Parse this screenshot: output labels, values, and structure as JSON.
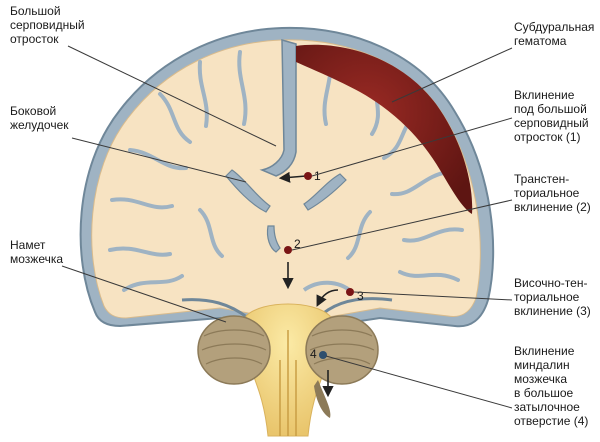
{
  "labels": {
    "falx": "Большой\nсерповидный\nотросток",
    "ventricle": "Боковой\nжелудочек",
    "tentorium": "Намет\nмозжечка",
    "hematoma": "Субдуральная\nгематома",
    "subfalcine": "Вклинение\nпод большой\nсерповидный\nотросток (1)",
    "transtentorial": "Транстен-\nториальное\nвклинение (2)",
    "temporal": "Височно-тен-\nториальное\nвклинение (3)",
    "tonsillar": "Вклинение\nминдалин\nмозжечка\nв большое\nзатылочное\nотверстие (4)"
  },
  "markers": {
    "m1": "1",
    "m2": "2",
    "m3": "3",
    "m4": "4"
  },
  "colors": {
    "tissue": "#f7e3c2",
    "tissue_dark": "#ecd1a6",
    "meninges": "#9fb3c3",
    "meninges_dark": "#6f8799",
    "hematoma": "#7a1d1a",
    "marker_red": "#7a1515",
    "marker_blue": "#2d4e6e",
    "leader": "#3a3a3a",
    "stem": "#f2d58a",
    "cerebellum": "#b3a07c"
  }
}
